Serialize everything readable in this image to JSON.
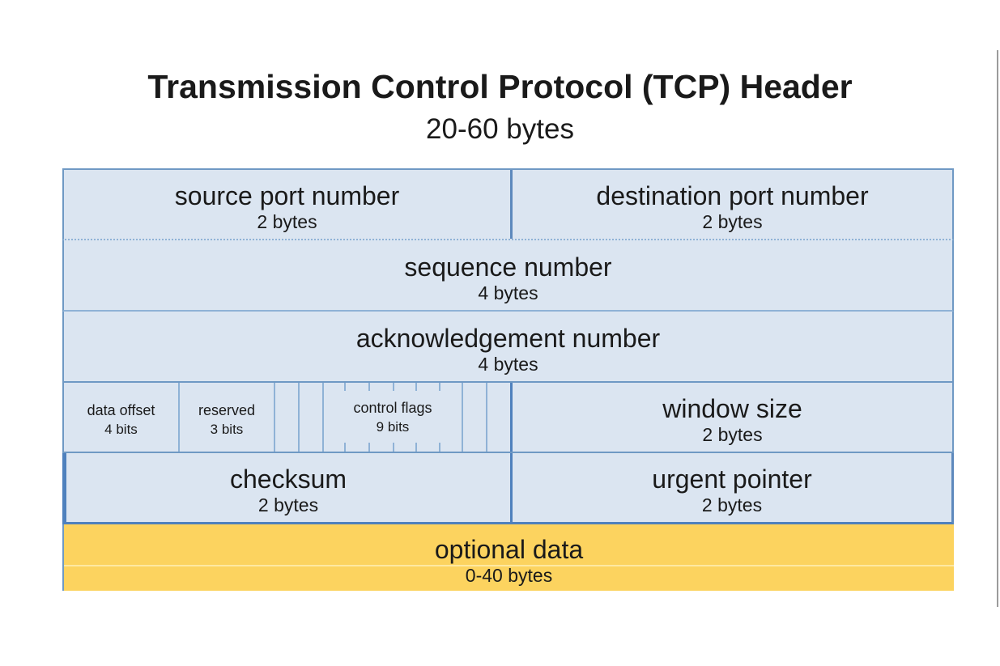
{
  "title": "Transmission Control Protocol (TCP) Header",
  "subtitle": "20-60 bytes",
  "fields": {
    "source_port": {
      "label": "source port number",
      "size": "2 bytes"
    },
    "destination_port": {
      "label": "destination port number",
      "size": "2 bytes"
    },
    "sequence_number": {
      "label": "sequence number",
      "size": "4 bytes"
    },
    "acknowledgement_number": {
      "label": "acknowledgement number",
      "size": "4 bytes"
    },
    "data_offset": {
      "label": "data offset",
      "size": "4 bits"
    },
    "reserved": {
      "label": "reserved",
      "size": "3 bits"
    },
    "control_flags": {
      "label": "control flags",
      "size": "9 bits"
    },
    "window_size": {
      "label": "window size",
      "size": "2 bytes"
    },
    "checksum": {
      "label": "checksum",
      "size": "2 bytes"
    },
    "urgent_pointer": {
      "label": "urgent pointer",
      "size": "2 bytes"
    },
    "optional_data": {
      "label": "optional data",
      "size": "0-40 bytes"
    }
  },
  "colors": {
    "background": "#ffffff",
    "text": "#1a1a1a",
    "cell_fill": "#dbe5f1",
    "optional_fill": "#fcd35f",
    "optional_divider": "#fee9a2",
    "border_light": "#8fb2d6",
    "border_mid": "#6f99c4",
    "border_dark": "#4f81bd",
    "divider_accent": "#5d89bd",
    "edge_line": "#9b9b9b"
  }
}
